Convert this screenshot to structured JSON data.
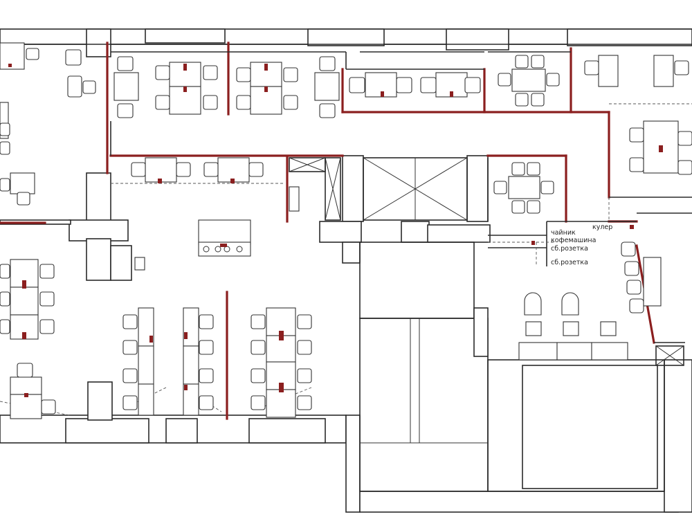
{
  "labels": {
    "teapot": "чайник",
    "cooler": "кулер",
    "coffee_machine": "кофемашина",
    "socket_1": "сб.розетка",
    "socket_2": "сб.розетка"
  },
  "colors": {
    "partition": "#8b1f1f",
    "wall": "#2a2a2a",
    "background": "#ffffff"
  },
  "icons": [
    "desk-icon",
    "chair-icon",
    "socket-icon",
    "elevator-shaft-icon",
    "kitchen-counter-icon"
  ]
}
